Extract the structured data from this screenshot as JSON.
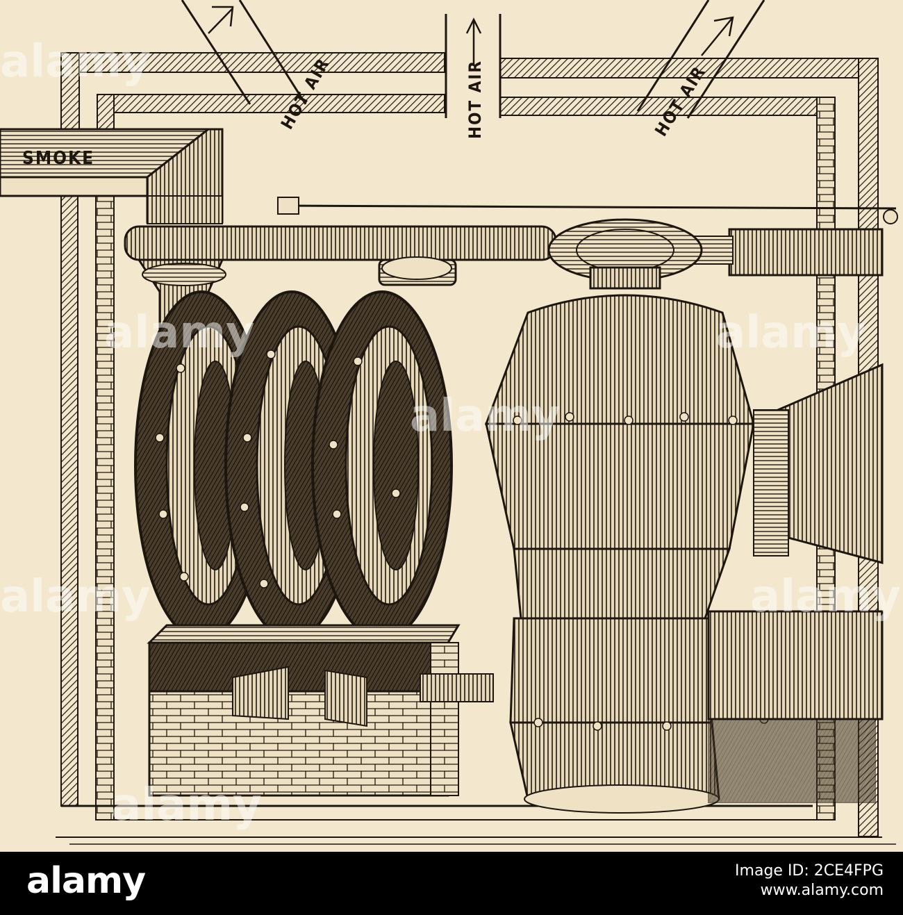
{
  "figure": {
    "labels": {
      "smoke": "SMOKE",
      "hot_air_left": "HOT AIR",
      "hot_air_center": "HOT AIR",
      "hot_air_right": "HOT AIR"
    },
    "colors": {
      "paper": "#f3e8ce",
      "ink": "#1d160f",
      "watermark": "#ffffff"
    }
  },
  "watermark_text": "alamy",
  "footer": {
    "brand": "alamy",
    "image_line1": "Image ID: 2CE4FPG",
    "image_line2": "www.alamy.com"
  }
}
